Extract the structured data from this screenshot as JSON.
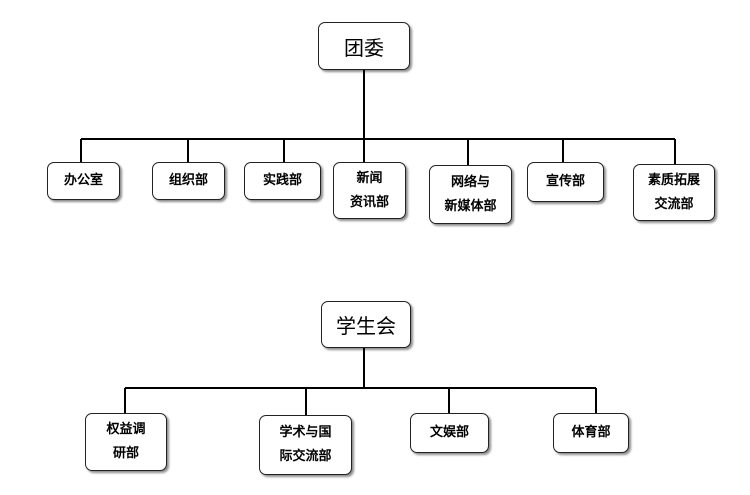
{
  "tuanwei": {
    "root": "团委",
    "children": [
      {
        "lines": [
          "办公室"
        ]
      },
      {
        "lines": [
          "组织部"
        ]
      },
      {
        "lines": [
          "实践部"
        ]
      },
      {
        "lines": [
          "新闻",
          "资讯部"
        ]
      },
      {
        "lines": [
          "网络与",
          "新媒体部"
        ]
      },
      {
        "lines": [
          "宣传部"
        ]
      },
      {
        "lines": [
          "素质拓展",
          "交流部"
        ]
      }
    ]
  },
  "xueshenghui": {
    "root": "学生会",
    "children": [
      {
        "lines": [
          "权益调",
          "研部"
        ]
      },
      {
        "lines": [
          "学术与国",
          "际交流部"
        ]
      },
      {
        "lines": [
          "文娱部"
        ]
      },
      {
        "lines": [
          "体育部"
        ]
      }
    ]
  }
}
